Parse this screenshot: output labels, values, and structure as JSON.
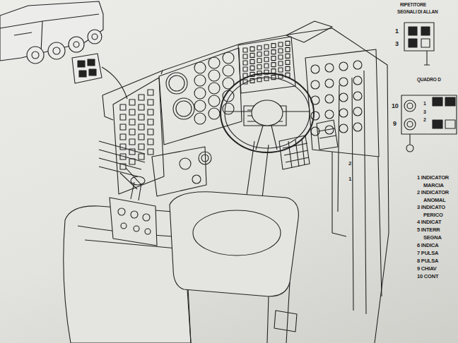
{
  "diagram": {
    "labels": [
      "RIPETITORE",
      "SEGNALI DI ALLAN",
      "1",
      "3",
      "QUADRO D",
      "10",
      "9",
      "1",
      "3",
      "2",
      "1 INDICATOR",
      "MARCIA",
      "2 INDICATOR",
      "ANOMAL",
      "3 INDICATO",
      "PERICO",
      "4 INDICAT",
      "5 INTERR",
      "SEGNA",
      "6 INDICA",
      "7 PULSA",
      "8 PULSA",
      "9 CHIAV",
      "10 CONT",
      "2",
      "1"
    ]
  }
}
